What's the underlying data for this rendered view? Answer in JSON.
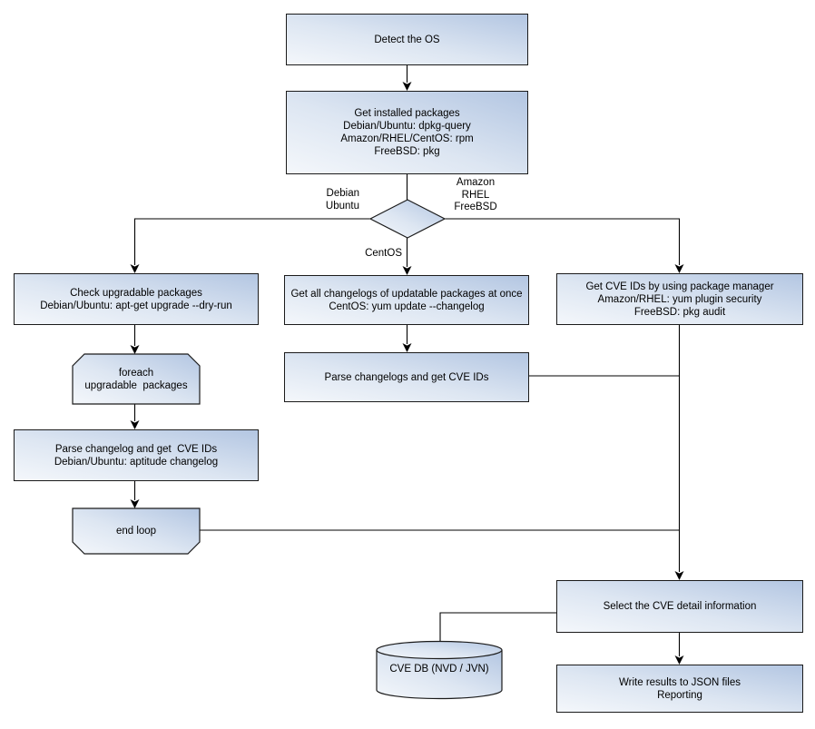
{
  "diagram": {
    "colors": {
      "shape_fill_light": "#f4f7fb",
      "shape_fill_dark": "#b3c6e2",
      "shape_border": "#1b1b1b",
      "connector": "#000000",
      "text": "#000000",
      "background": "#ffffff"
    },
    "nodes": {
      "detect_os": {
        "type": "process",
        "label": "Detect the OS"
      },
      "get_installed_packages": {
        "type": "process",
        "label": "Get installed packages\nDebian/Ubuntu: dpkg-query\nAmazon/RHEL/CentOS: rpm\nFreeBSD: pkg"
      },
      "os_decision": {
        "type": "decision",
        "label": ""
      },
      "check_upgradable": {
        "type": "process",
        "label": "Check upgradable packages\nDebian/Ubuntu: apt-get upgrade --dry-run"
      },
      "foreach_loop": {
        "type": "loop-start",
        "label": "foreach\nupgradable  packages"
      },
      "parse_changelog_deb": {
        "type": "process",
        "label": "Parse changelog and get  CVE IDs\nDebian/Ubuntu: aptitude changelog"
      },
      "end_loop": {
        "type": "loop-end",
        "label": "end loop"
      },
      "get_all_changelogs": {
        "type": "process",
        "label": "Get all changelogs of updatable packages at once\nCentOS: yum update --changelog"
      },
      "parse_changelogs_centos": {
        "type": "process",
        "label": "Parse changelogs and get CVE IDs"
      },
      "get_cve_ids_pkg_mgr": {
        "type": "process",
        "label": "Get CVE IDs by using package manager\nAmazon/RHEL: yum plugin security\nFreeBSD: pkg audit"
      },
      "select_cve_detail": {
        "type": "process",
        "label": "Select the CVE detail information"
      },
      "write_results": {
        "type": "process",
        "label": "Write results to JSON files\nReporting"
      },
      "cve_db": {
        "type": "database",
        "label": "CVE DB (NVD / JVN)"
      }
    },
    "edge_labels": {
      "debian_ubuntu": "Debian\nUbuntu",
      "amazon_rhel_freebsd": "Amazon\nRHEL\nFreeBSD",
      "centos": "CentOS"
    }
  }
}
